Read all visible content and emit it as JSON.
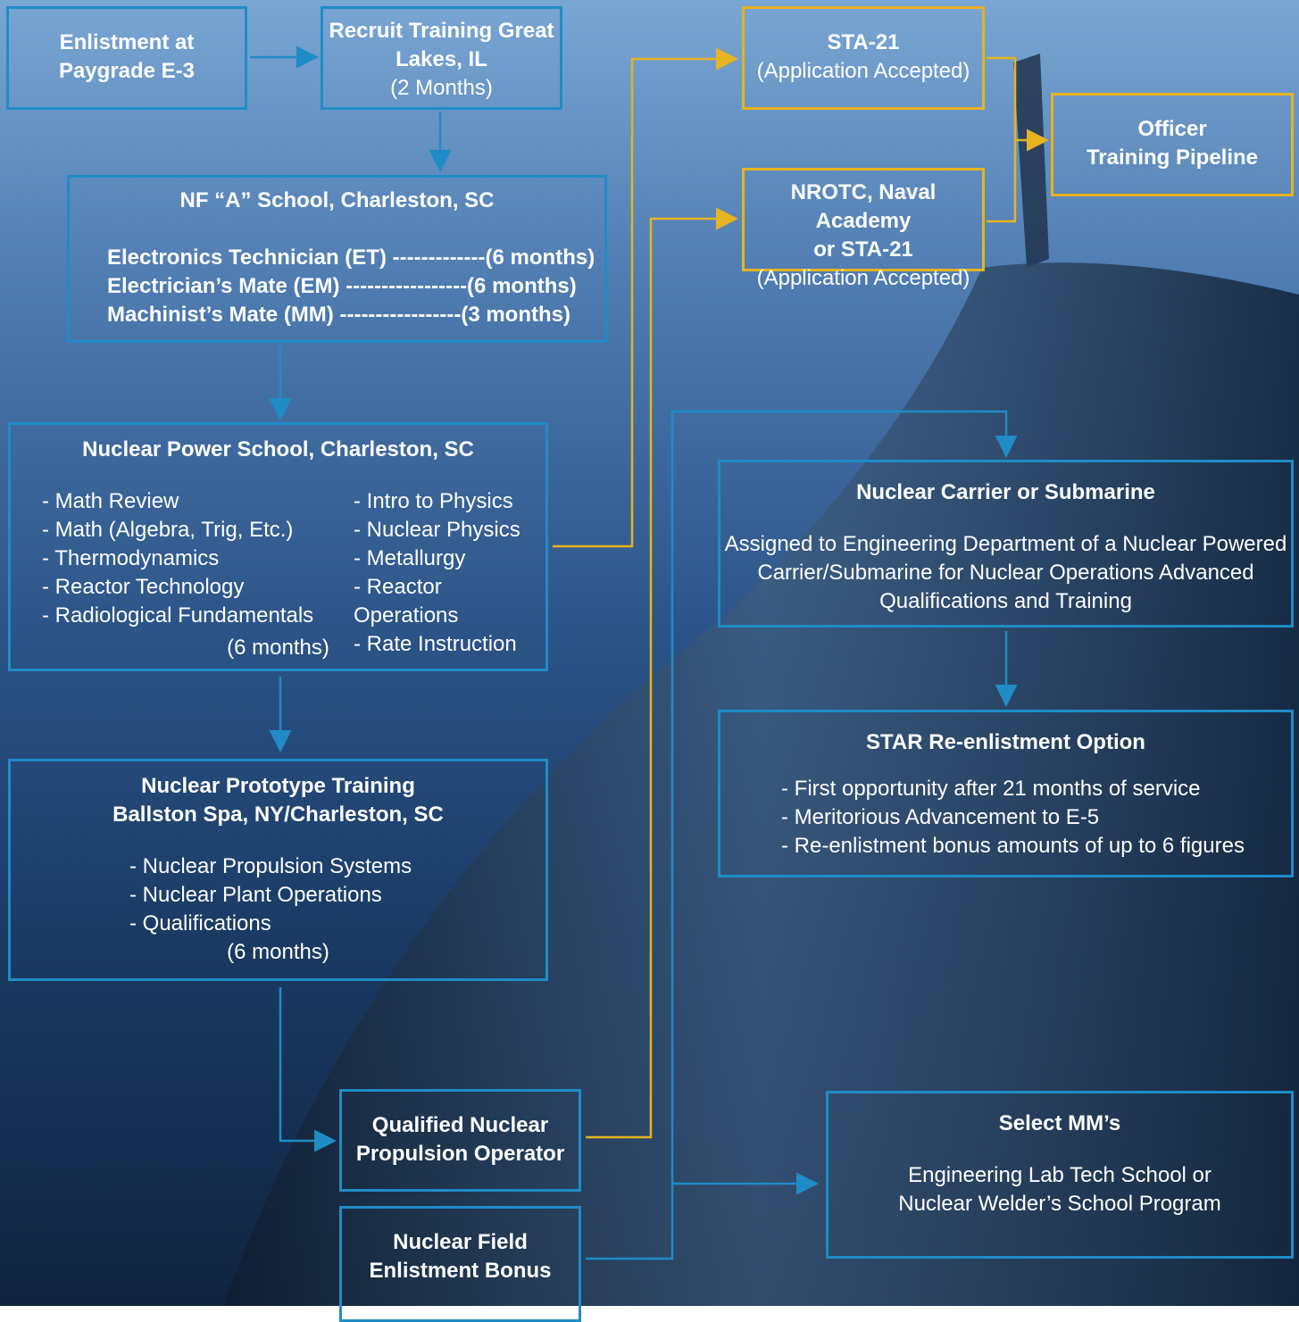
{
  "boxes": {
    "enlist": {
      "line1": "Enlistment at",
      "line2": "Paygrade E-3"
    },
    "recruit": {
      "line1": "Recruit Training Great",
      "line2": "Lakes, IL",
      "line3": "(2 Months)"
    },
    "a_school": {
      "title": "NF “A” School, Charleston, SC",
      "rows": [
        "Electronics Technician (ET) -------------(6 months)",
        "Electrician’s Mate (EM) -----------------(6 months)",
        "Machinist’s Mate (MM) -----------------(3 months)"
      ]
    },
    "power_school": {
      "title": "Nuclear Power School, Charleston, SC",
      "left_items": [
        "- Math Review",
        "- Math (Algebra, Trig, Etc.)",
        "- Thermodynamics",
        "- Reactor Technology",
        "- Radiological Fundamentals"
      ],
      "right_items": [
        "- Intro to Physics",
        "- Nuclear Physics",
        "- Metallurgy",
        "- Reactor Operations",
        "- Rate Instruction"
      ],
      "duration": "(6 months)"
    },
    "prototype": {
      "title1": "Nuclear Prototype Training",
      "title2": "Ballston Spa, NY/Charleston, SC",
      "items": [
        "- Nuclear Propulsion Systems",
        "- Nuclear Plant Operations",
        "- Qualifications"
      ],
      "duration": "(6 months)"
    },
    "qualified": {
      "line1": "Qualified Nuclear",
      "line2": "Propulsion Operator"
    },
    "bonus": {
      "line1": "Nuclear Field",
      "line2": "Enlistment Bonus"
    },
    "sta21": {
      "title": "STA-21",
      "sub": "(Application Accepted)"
    },
    "nrotc": {
      "line1": "NROTC, Naval Academy",
      "line2": "or STA-21",
      "sub": "(Application Accepted)"
    },
    "officer": {
      "line1": "Officer",
      "line2": "Training Pipeline"
    },
    "carrier": {
      "title": "Nuclear Carrier or Submarine",
      "desc": [
        "Assigned to Engineering Department of a Nuclear Powered",
        "Carrier/Submarine for Nuclear Operations Advanced",
        "Qualifications and Training"
      ]
    },
    "star": {
      "title": "STAR Re-enlistment Option",
      "items": [
        "- First opportunity after 21 months of service",
        "- Meritorious Advancement to E-5",
        "- Re-enlistment bonus amounts of up to 6 figures"
      ]
    },
    "select_mm": {
      "title": "Select MM’s",
      "desc": [
        "Engineering Lab Tech School or",
        "Nuclear Welder’s School Program"
      ]
    }
  },
  "colors": {
    "blue_line": "#1f8cc8",
    "gold_line": "#e8b320"
  }
}
